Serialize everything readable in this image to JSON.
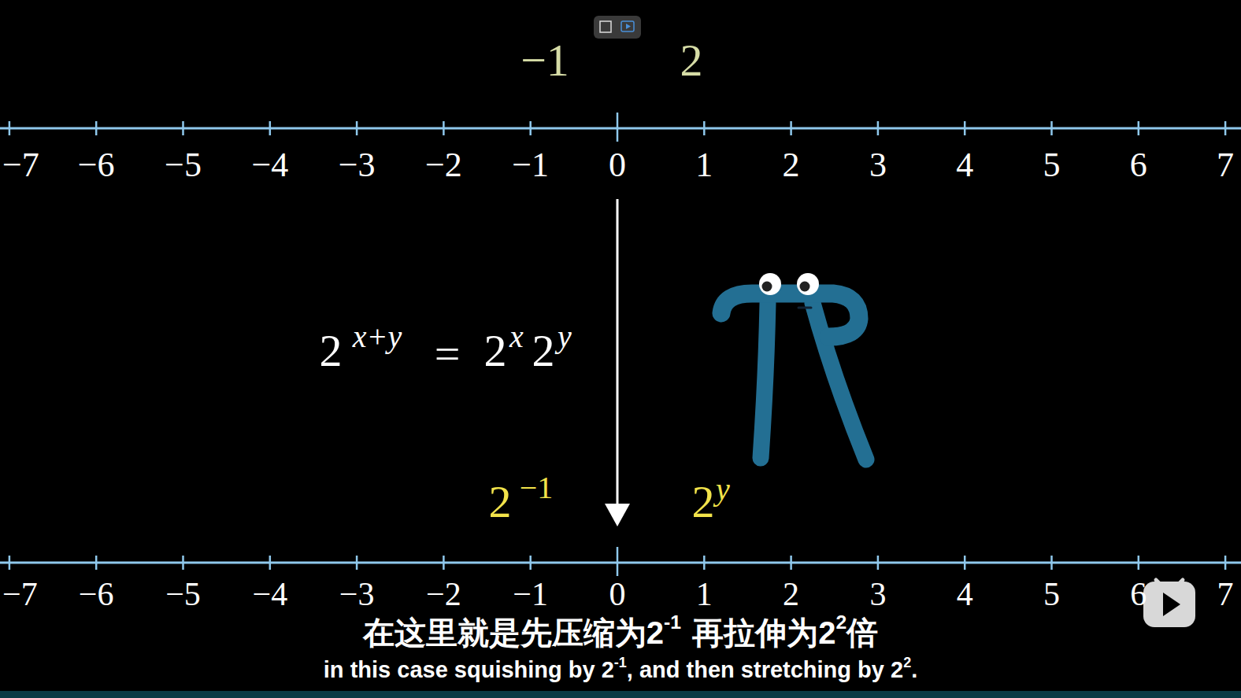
{
  "diagram": {
    "labels": [
      "−1",
      "2",
      "−7",
      "−6",
      "−5",
      "−4",
      "−3",
      "−2",
      "−1",
      "0",
      "1",
      "2",
      "3",
      "4",
      "5",
      "6",
      "7",
      "2",
      "x+y",
      "=",
      "2",
      "x",
      "2",
      "y",
      "2",
      "−1",
      "2",
      "y",
      "−7",
      "−6",
      "−5",
      "−4",
      "−3",
      "−2",
      "−1",
      "0",
      "1",
      "2",
      "3",
      "4",
      "5",
      "6",
      "7",
      "在这里就是先压缩为2",
      "-1",
      "再拉伸为2",
      "2",
      "倍",
      "in this case squishing by 2",
      "-1",
      ", and then stretching by 2",
      "2",
      "."
    ]
  }
}
